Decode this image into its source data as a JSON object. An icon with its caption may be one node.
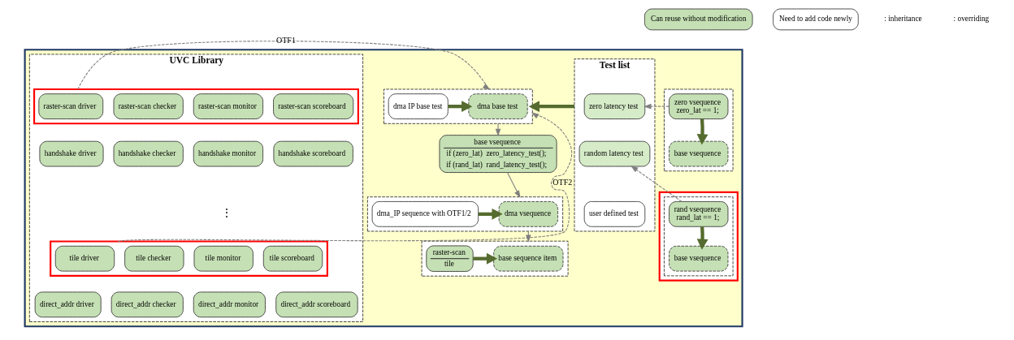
{
  "diagram": {
    "nodes": [
      {
        "text": [],
        "shape": "box"
      },
      {
        "text": [],
        "shape": "box",
        "in": 0
      },
      {
        "text": [
          "zero vsequence",
          "zero_lat == 1;"
        ],
        "in": 1
      },
      {
        "text": [
          "base vsequence"
        ],
        "in": 1
      },
      {
        "text": [],
        "shape": "box",
        "in": 0
      },
      {
        "text": [],
        "shape": "box",
        "in": 4
      },
      {
        "text": [
          "rand vsequence",
          "rand_lat == 1;"
        ],
        "in": 5
      },
      {
        "text": [
          "base vsequence"
        ],
        "in": 5
      },
      {
        "text": [
          "Test list"
        ],
        "in": 0
      },
      {
        "text": [
          "zero latency test"
        ],
        "in": 8
      },
      {
        "text": [
          "random latency test"
        ],
        "in": 8
      },
      {
        "text": [
          "user defined test"
        ],
        "in": 8
      },
      {
        "text": [],
        "shape": "box",
        "in": 0
      },
      {
        "text": [
          "dma base test"
        ],
        "in": 12
      },
      {
        "text": [
          "dma IP base test"
        ],
        "in": 12
      },
      {
        "text": [
          "base vsequence",
          "if (zero_lat)  zero_latency_test();",
          "if (rand_lat)  rand_latency_test();"
        ],
        "in": 0
      },
      {
        "text": [],
        "shape": "box",
        "in": 0
      },
      {
        "text": [
          "dma vsequence"
        ],
        "in": 16
      },
      {
        "text": [
          "dma_IP sequence with OTF1/2"
        ],
        "in": 16
      },
      {
        "text": [],
        "shape": "box",
        "in": 0
      },
      {
        "text": [
          "base sequence item"
        ],
        "in": 19
      },
      {
        "text": [
          "raster-scan",
          "tile"
        ],
        "in": 19
      },
      {
        "text": [
          "UVC Library"
        ],
        "in": 0
      },
      {
        "text": [],
        "shape": "box",
        "in": 22
      },
      {
        "text": [
          "raster-scan driver"
        ],
        "in": 23
      },
      {
        "text": [
          "raster-scan checker"
        ],
        "in": 23
      },
      {
        "text": [
          "raster-scan monitor"
        ],
        "in": 23
      },
      {
        "text": [
          "raster-scan scoreboard"
        ],
        "in": 23
      },
      {
        "text": [
          "handshake driver"
        ],
        "in": 22
      },
      {
        "text": [
          "handshake checker"
        ],
        "in": 22
      },
      {
        "text": [
          "handshake monitor"
        ],
        "in": 22
      },
      {
        "text": [
          "handshake scoreboard"
        ],
        "in": 22
      },
      {
        "text": [],
        "shape": "box",
        "in": 22
      },
      {
        "text": [
          "tile driver"
        ],
        "in": 32
      },
      {
        "text": [
          "tile checker"
        ],
        "in": 32
      },
      {
        "text": [
          "tile monitor"
        ],
        "in": 32
      },
      {
        "text": [
          "tile scoreboard"
        ],
        "in": 32
      },
      {
        "text": [
          "direct_addr driver"
        ],
        "in": 22
      },
      {
        "text": [
          "direct_addr checker"
        ],
        "in": 22
      },
      {
        "text": [
          "direct_addr monitor"
        ],
        "in": 22
      },
      {
        "text": [
          "direct_addr scoreboard"
        ],
        "in": 22
      }
    ],
    "edges": [
      {
        "from": 2,
        "to": 3,
        "arrow": "to",
        "style": "thick"
      },
      {
        "from": 2,
        "to": 9,
        "arrow": "to",
        "style": "dashed"
      },
      {
        "from": 6,
        "to": 7,
        "arrow": "to",
        "style": "thick"
      },
      {
        "from": 6,
        "to": 10,
        "arrow": "to",
        "style": "dashed"
      },
      {
        "from": 8,
        "to": 12,
        "arrow": "to",
        "style": "thick"
      },
      {
        "from": 14,
        "to": 13,
        "arrow": "to",
        "style": "thick"
      },
      {
        "from": 12,
        "to": 15,
        "arrow": "to"
      },
      {
        "from": 15,
        "to": 16,
        "arrow": "to"
      },
      {
        "from": 18,
        "to": 17,
        "arrow": "to",
        "style": "thick"
      },
      {
        "from": 16,
        "to": 19,
        "arrow": "to"
      },
      {
        "from": 21,
        "to": 20,
        "arrow": "to",
        "style": "thick"
      },
      {
        "from": 23,
        "to": 12,
        "arrow": "to",
        "style": "dashed",
        "label": "OTF1"
      },
      {
        "from": 32,
        "to": 12,
        "arrow": "to",
        "style": "dashed",
        "label": "OTF2"
      }
    ],
    "labels": [
      "⋮"
    ],
    "legend": [
      {
        "text": "Can reuse without modification",
        "color": "#c5e0b4"
      },
      {
        "text": "Need to add code newly",
        "color": "#ffffff"
      },
      {
        "text": ": inheritance"
      },
      {
        "text": ": overriding"
      }
    ]
  }
}
